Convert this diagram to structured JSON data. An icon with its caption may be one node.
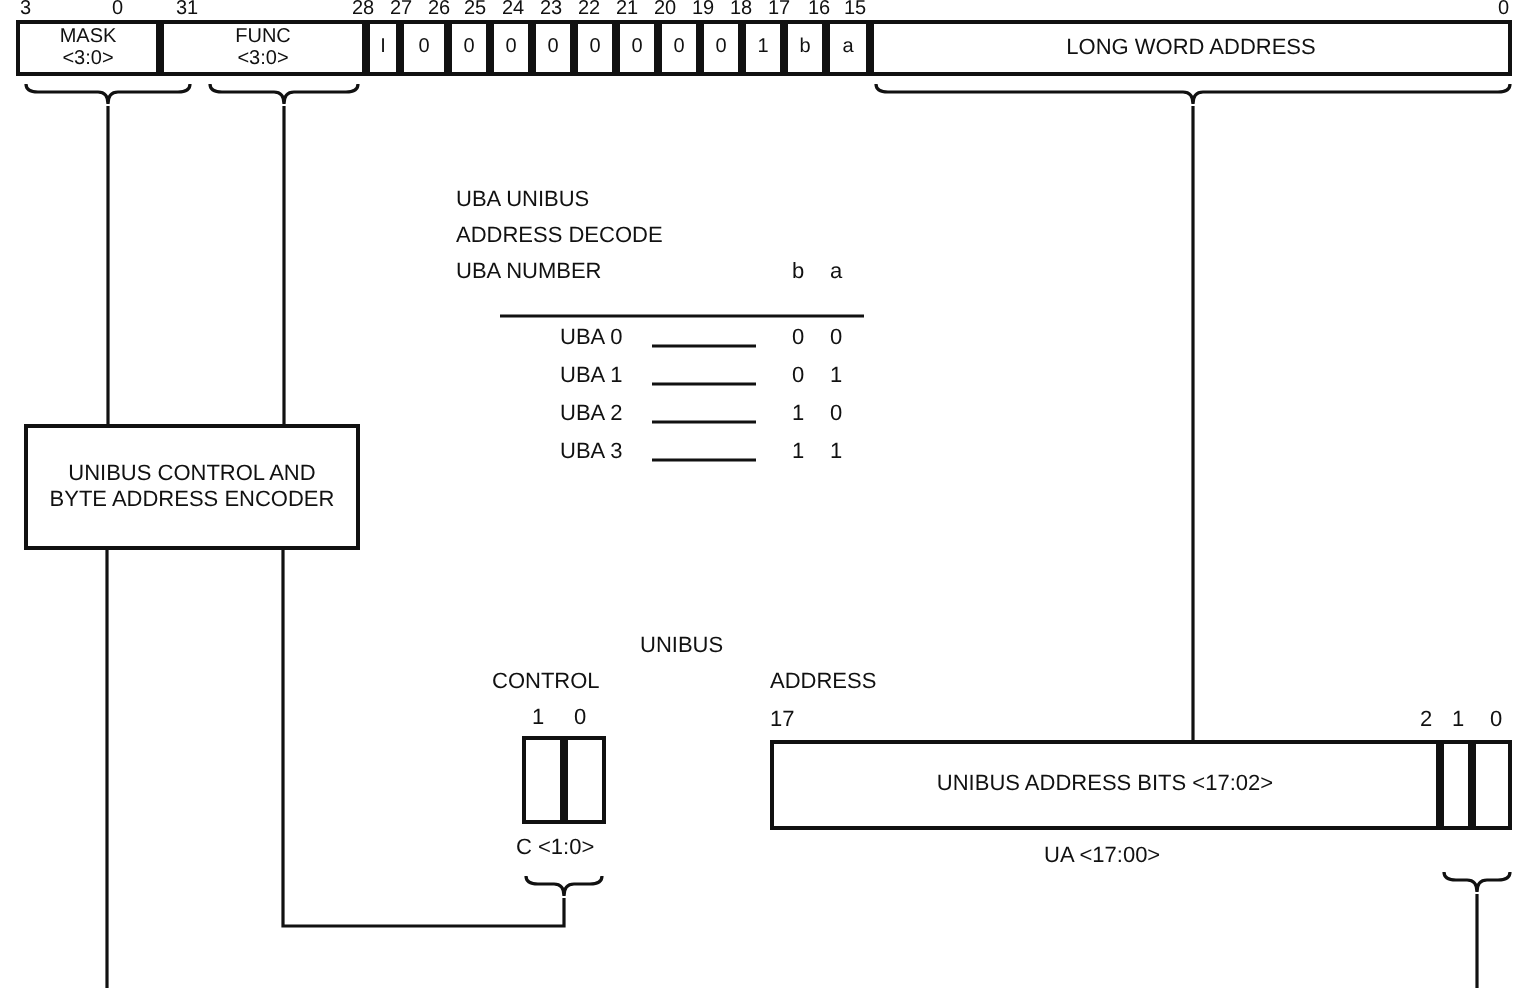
{
  "diagram": {
    "nodes": [
      {
        "text": [
          "MASK",
          "<3:0>"
        ]
      },
      {
        "text": [
          "FUNC",
          "<3:0>"
        ]
      },
      {
        "text": [
          "I"
        ]
      },
      {
        "text": [
          "0"
        ]
      },
      {
        "text": [
          "0"
        ]
      },
      {
        "text": [
          "0"
        ]
      },
      {
        "text": [
          "0"
        ]
      },
      {
        "text": [
          "0"
        ]
      },
      {
        "text": [
          "0"
        ]
      },
      {
        "text": [
          "0"
        ]
      },
      {
        "text": [
          "0"
        ]
      },
      {
        "text": [
          "1"
        ]
      },
      {
        "text": [
          "b"
        ]
      },
      {
        "text": [
          "a"
        ]
      },
      {
        "text": [
          "LONG WORD ADDRESS"
        ]
      },
      {
        "text": [
          "UNIBUS CONTROL AND BYTE ADDRESS ENCODER"
        ]
      },
      {
        "text": [],
        "shape": "box"
      },
      {
        "text": [],
        "shape": "box"
      },
      {
        "text": [
          "UNIBUS ADDRESS BITS <17:02>"
        ]
      },
      {
        "text": [],
        "shape": "box"
      },
      {
        "text": [],
        "shape": "box"
      },
      {
        "text": [],
        "shape": "brace"
      },
      {
        "text": [],
        "shape": "brace"
      },
      {
        "text": [],
        "shape": "brace"
      },
      {
        "text": [],
        "shape": "brace"
      },
      {
        "text": [],
        "shape": "brace"
      }
    ],
    "edges": [
      {
        "from": 21,
        "to": 15,
        "arrow": "none"
      },
      {
        "from": 22,
        "to": 15,
        "arrow": "none"
      },
      {
        "from": 15,
        "to": null,
        "arrow": "none"
      },
      {
        "from": 15,
        "to": 24,
        "arrow": "none"
      },
      {
        "from": 23,
        "to": 18,
        "arrow": "none"
      },
      {
        "from": 25,
        "to": null,
        "arrow": "none"
      }
    ],
    "labels": [
      "3",
      "0",
      "31",
      "28",
      "27",
      "26",
      "25",
      "24",
      "23",
      "22",
      "21",
      "20",
      "19",
      "18",
      "17",
      "16",
      "15",
      "0",
      "UBA UNIBUS",
      "ADDRESS DECODE",
      "UBA NUMBER",
      "b",
      "a",
      "UBA 0",
      "0",
      "0",
      "UBA 1",
      "0",
      "1",
      "UBA 2",
      "1",
      "0",
      "UBA 3",
      "1",
      "1",
      "UNIBUS",
      "CONTROL",
      "1",
      "0",
      "C <1:0>",
      "ADDRESS",
      "17",
      "2",
      "1",
      "0",
      "UA <17:00>"
    ]
  }
}
